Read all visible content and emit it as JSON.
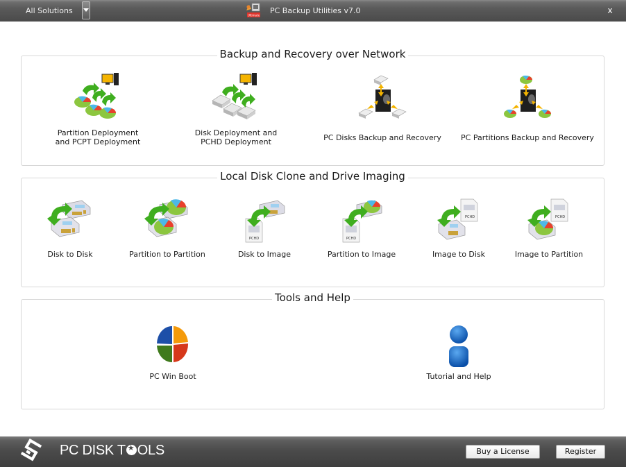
{
  "titlebar": {
    "solutions_label": "All Solutions",
    "title": "PC Backup Utilities v7.0",
    "app_icon_badge": "Ultimate",
    "close_label": "x"
  },
  "groups": [
    {
      "title": "Backup and Recovery over Network",
      "items": [
        {
          "label_line1": "Partition Deployment",
          "label_line2": "and PCPT Deployment",
          "icon": "partition-deployment-icon"
        },
        {
          "label_line1": "Disk Deployment and",
          "label_line2": "PCHD Deployment",
          "icon": "disk-deployment-icon"
        },
        {
          "label_line1": "PC Disks Backup and Recovery",
          "label_line2": "",
          "icon": "network-disks-backup-icon"
        },
        {
          "label_line1": "PC Partitions Backup and Recovery",
          "label_line2": "",
          "icon": "network-partitions-backup-icon"
        }
      ]
    },
    {
      "title": "Local Disk Clone and Drive Imaging",
      "items": [
        {
          "label": "Disk to Disk",
          "icon": "disk-to-disk-icon"
        },
        {
          "label": "Partition to Partition",
          "icon": "partition-to-partition-icon"
        },
        {
          "label": "Disk to Image",
          "icon": "disk-to-image-icon",
          "image_tag": "PCHD"
        },
        {
          "label": "Partition to Image",
          "icon": "partition-to-image-icon",
          "image_tag": "PCHD"
        },
        {
          "label": "Image to Disk",
          "icon": "image-to-disk-icon",
          "image_tag": "PCHD"
        },
        {
          "label": "Image to Partition",
          "icon": "image-to-partition-icon",
          "image_tag": "PCHD"
        }
      ]
    },
    {
      "title": "Tools and Help",
      "items": [
        {
          "label": "PC Win Boot",
          "icon": "win-boot-icon"
        },
        {
          "label": "Tutorial and Help",
          "icon": "user-help-icon"
        }
      ]
    }
  ],
  "footer": {
    "brand_part1": "PC DISK T",
    "brand_part2": "OLS",
    "buy_label": "Buy a License",
    "register_label": "Register"
  },
  "colors": {
    "titlebar": "#5a5a5a",
    "footer": "#4b4b4b",
    "arrow_green": "#3fae1f",
    "arrow_orange": "#f4b400",
    "group_border": "#d7d7d7"
  }
}
